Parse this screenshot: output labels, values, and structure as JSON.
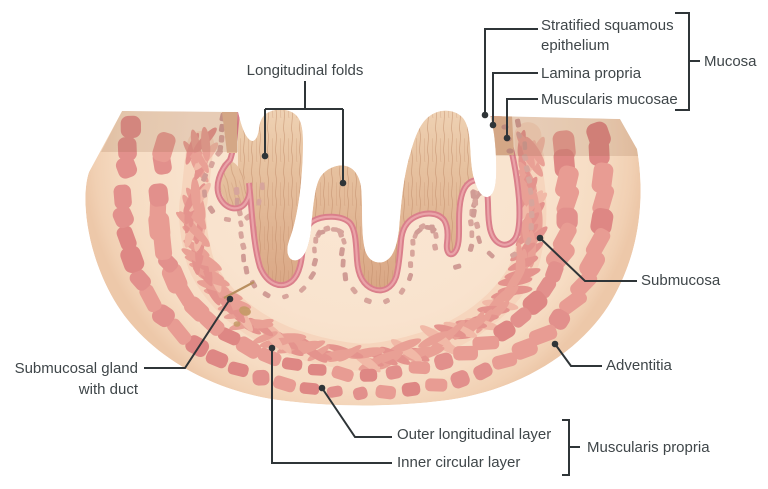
{
  "figure": {
    "name": "Esophagus wall cross-section illustration"
  },
  "labels": {
    "longitudinal_folds": "Longitudinal folds",
    "stratified_squamous_epithelium": "Stratified squamous epithelium",
    "lamina_propria": "Lamina propria",
    "muscularis_mucosae": "Muscularis mucosae",
    "mucosa": "Mucosa",
    "submucosa": "Submucosa",
    "adventitia": "Adventitia",
    "submucosal_gland": "Submucosal gland with duct",
    "outer_longitudinal_layer": "Outer longitudinal layer",
    "inner_circular_layer": "Inner circular layer",
    "muscularis_propria": "Muscularis propria"
  },
  "colors": {
    "tissue_peach": "#F9E3CE",
    "muscle_blob_pink": "#E2908C",
    "mucosa_line_pink": "#DA7F8B",
    "epithelium_tan": "#E2B794",
    "muscularis_mucosae_blob": "#D7A59C",
    "gland_tan": "#C49A66",
    "leader_line": "#2F3538",
    "label_text": "#3F4649"
  }
}
